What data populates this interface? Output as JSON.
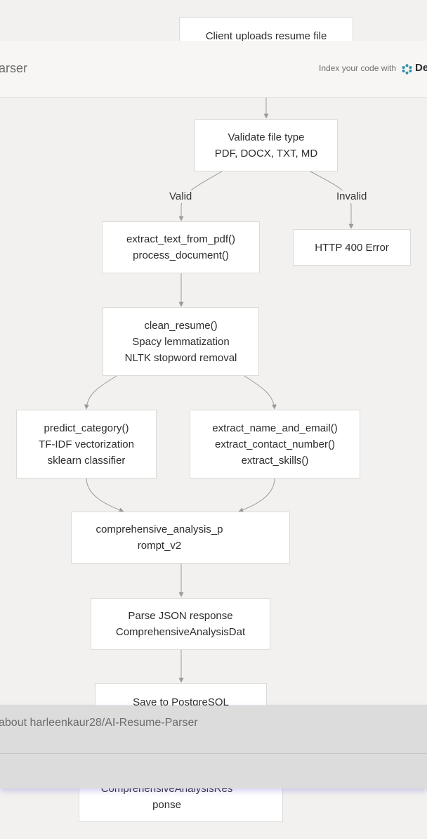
{
  "header": {
    "title": "arser",
    "index_text": "Index your code with",
    "brand": "De",
    "logo_icon": "brand-logo-icon"
  },
  "nodes": {
    "upload": [
      "Client uploads resume file"
    ],
    "validate": [
      "Validate file type",
      "PDF, DOCX, TXT, MD"
    ],
    "extract": [
      "extract_text_from_pdf()",
      "process_document()"
    ],
    "error": [
      "HTTP 400 Error"
    ],
    "clean": [
      "clean_resume()",
      "Spacy lemmatization",
      "NLTK stopword removal"
    ],
    "predict": [
      "predict_category()",
      "TF-IDF vectorization",
      "sklearn classifier"
    ],
    "extract_info": [
      "extract_name_and_email()",
      "extract_contact_number()",
      "extract_skills()"
    ],
    "prompt": [
      "comprehensive_analysis_p",
      "rompt_v2"
    ],
    "parse": [
      "Parse JSON response",
      "ComprehensiveAnalysisDat"
    ],
    "save": [
      "Save to PostgreSQL"
    ],
    "response": [
      "ComprehensiveAnalysisRes",
      "ponse"
    ]
  },
  "edge_labels": {
    "valid": "Valid",
    "invalid": "Invalid"
  },
  "ask_bar": {
    "question": "about harleenkaur28/AI-Resume-Parser"
  }
}
